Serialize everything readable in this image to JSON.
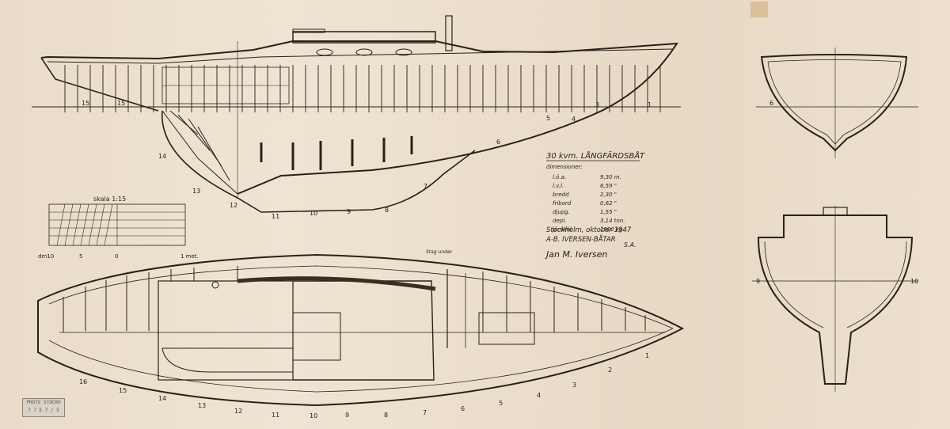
{
  "colors": {
    "paper": "#ece0cd",
    "ink": "#2a2018",
    "tape": "#d4b48a"
  },
  "title": {
    "heading": "30 kvm. LÅNGFÄRDSBÅT",
    "dims_label": "dimensioner:"
  },
  "dimensions": [
    {
      "key": "l.ö.a.",
      "value": "9,30 m."
    },
    {
      "key": "l.v.l.",
      "value": "6,59 \""
    },
    {
      "key": "bredd",
      "value": "2,30 \""
    },
    {
      "key": "fribord",
      "value": "0,62 \""
    },
    {
      "key": "djupg.",
      "value": "1,55 \""
    },
    {
      "key": "depl.",
      "value": "3,14 ton."
    },
    {
      "key": "järnköl",
      "value": "1500 kg."
    }
  ],
  "signature": {
    "place_date": "Stockholm, oktober 1947",
    "firm": "A-B. IVERSEN-BÅTAR",
    "firm_suffix": "S.A.",
    "sign": "Jan M. Iversen"
  },
  "scale": {
    "label": "skala 1:15",
    "units": [
      "dm10",
      "5",
      "0",
      "1 met."
    ]
  },
  "profile_stations": [
    "15",
    "15",
    "14",
    "13",
    "12",
    "11",
    "10",
    "9",
    "8",
    "7",
    "6",
    "5",
    "4",
    "3",
    "1"
  ],
  "plan_stations": [
    "16",
    "15",
    "14",
    "13",
    "12",
    "11",
    "10",
    "9",
    "8",
    "7",
    "6",
    "5",
    "4",
    "3",
    "2",
    "1"
  ],
  "section_labels": {
    "upper": "6",
    "lower_left": "9",
    "lower_right": "10"
  },
  "plan_note": "Stag under",
  "stamp_text": [
    "PHOTO STOCKH",
    "7 7 E 7 / 5"
  ]
}
